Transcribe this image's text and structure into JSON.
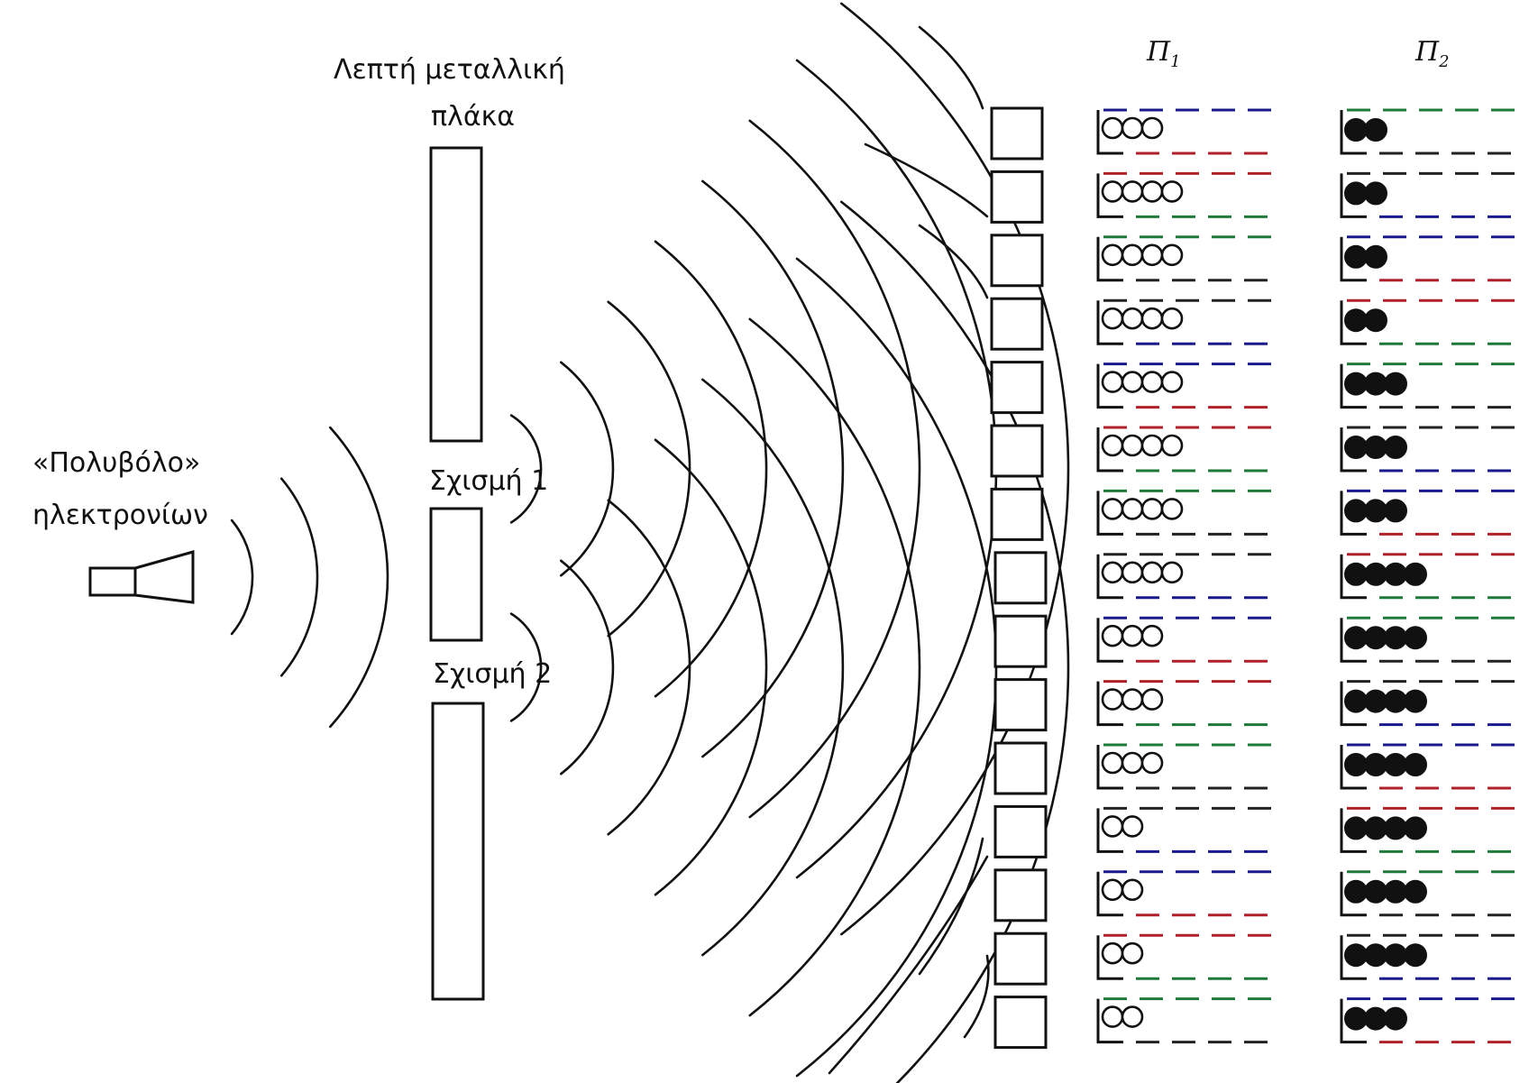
{
  "labels": {
    "plate_title_line1": "Λεπτή μεταλλική",
    "plate_title_line2": "πλάκα",
    "gun_line1": "«Πολυβόλο»",
    "gun_line2": "ηλεκτρονίων",
    "slit1": "Σχισμή 1",
    "slit2": "Σχισμή 2"
  },
  "columns": {
    "p1": {
      "letter": "Π",
      "index": "1"
    },
    "p2": {
      "letter": "Π",
      "index": "2"
    }
  },
  "colors": {
    "ink": "#111111",
    "dash_palette": [
      "#1a1a8c",
      "#b0202a",
      "#1f7a3a",
      "#222222"
    ]
  },
  "rows": [
    {
      "p1_open_circles": 3,
      "p2_filled_circles": 2
    },
    {
      "p1_open_circles": 4,
      "p2_filled_circles": 2
    },
    {
      "p1_open_circles": 4,
      "p2_filled_circles": 2
    },
    {
      "p1_open_circles": 4,
      "p2_filled_circles": 2
    },
    {
      "p1_open_circles": 4,
      "p2_filled_circles": 3
    },
    {
      "p1_open_circles": 4,
      "p2_filled_circles": 3
    },
    {
      "p1_open_circles": 4,
      "p2_filled_circles": 3
    },
    {
      "p1_open_circles": 4,
      "p2_filled_circles": 4
    },
    {
      "p1_open_circles": 3,
      "p2_filled_circles": 4
    },
    {
      "p1_open_circles": 3,
      "p2_filled_circles": 4
    },
    {
      "p1_open_circles": 3,
      "p2_filled_circles": 4
    },
    {
      "p1_open_circles": 2,
      "p2_filled_circles": 4
    },
    {
      "p1_open_circles": 2,
      "p2_filled_circles": 4
    },
    {
      "p1_open_circles": 2,
      "p2_filled_circles": 4
    },
    {
      "p1_open_circles": 2,
      "p2_filled_circles": 3
    }
  ]
}
